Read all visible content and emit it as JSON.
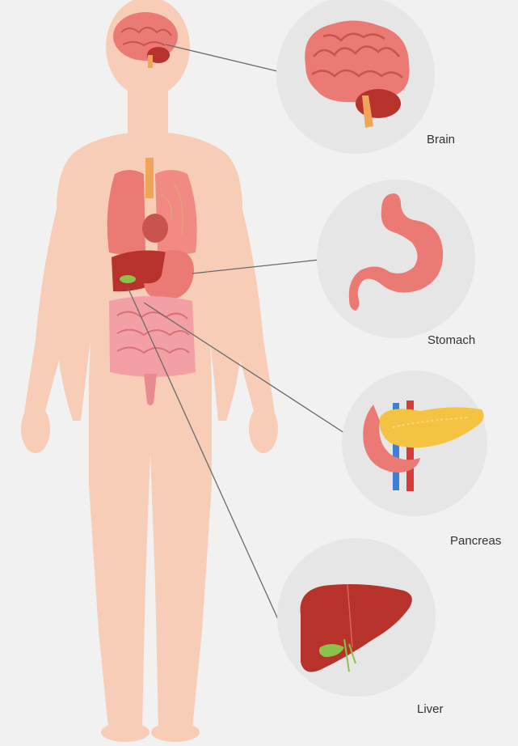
{
  "colors": {
    "background": "#f1f1f1",
    "body": "#f8cdb8",
    "circle": "#e6e6e6",
    "organ_pink": "#ec7a74",
    "organ_dark": "#c9544d",
    "liver": "#b8322c",
    "pancreas": "#f5c342",
    "gallbladder": "#8bc34a",
    "leader_line": "#6a6a6a"
  },
  "organs": [
    {
      "label": "Brain",
      "icon": "brain-icon"
    },
    {
      "label": "Stomach",
      "icon": "stomach-icon"
    },
    {
      "label": "Pancreas",
      "icon": "pancreas-icon"
    },
    {
      "label": "Liver",
      "icon": "liver-icon"
    }
  ]
}
